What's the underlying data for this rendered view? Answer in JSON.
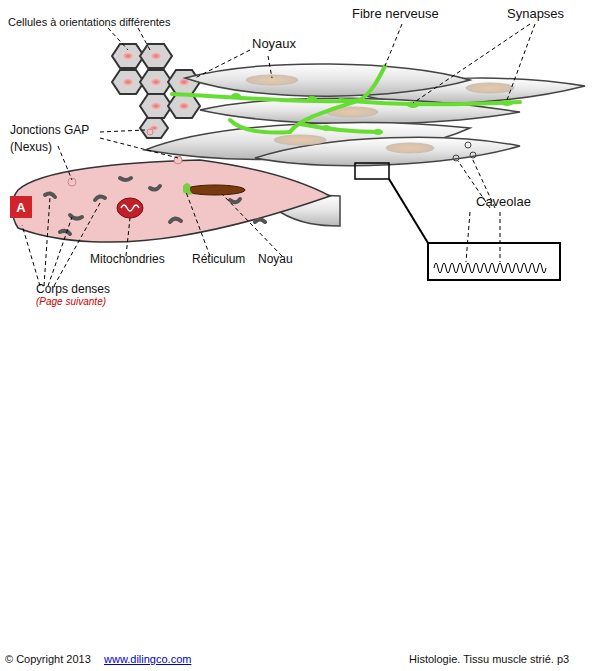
{
  "diagram": {
    "nodes": [
      {
        "text": [
          "A"
        ]
      }
    ],
    "labels": [
      "Cellules à orientations différentes",
      "Noyaux",
      "Fibre nerveuse",
      "Synapses",
      "Jonctions GAP (Nexus)",
      "Caveolae",
      "Mitochondries",
      "Réticulum",
      "Noyau",
      "Corps denses",
      "(Page suivante)",
      "© Copyright 2013",
      "www.dilingco.com",
      "Histologie. Tissu muscle strié. p3"
    ]
  }
}
